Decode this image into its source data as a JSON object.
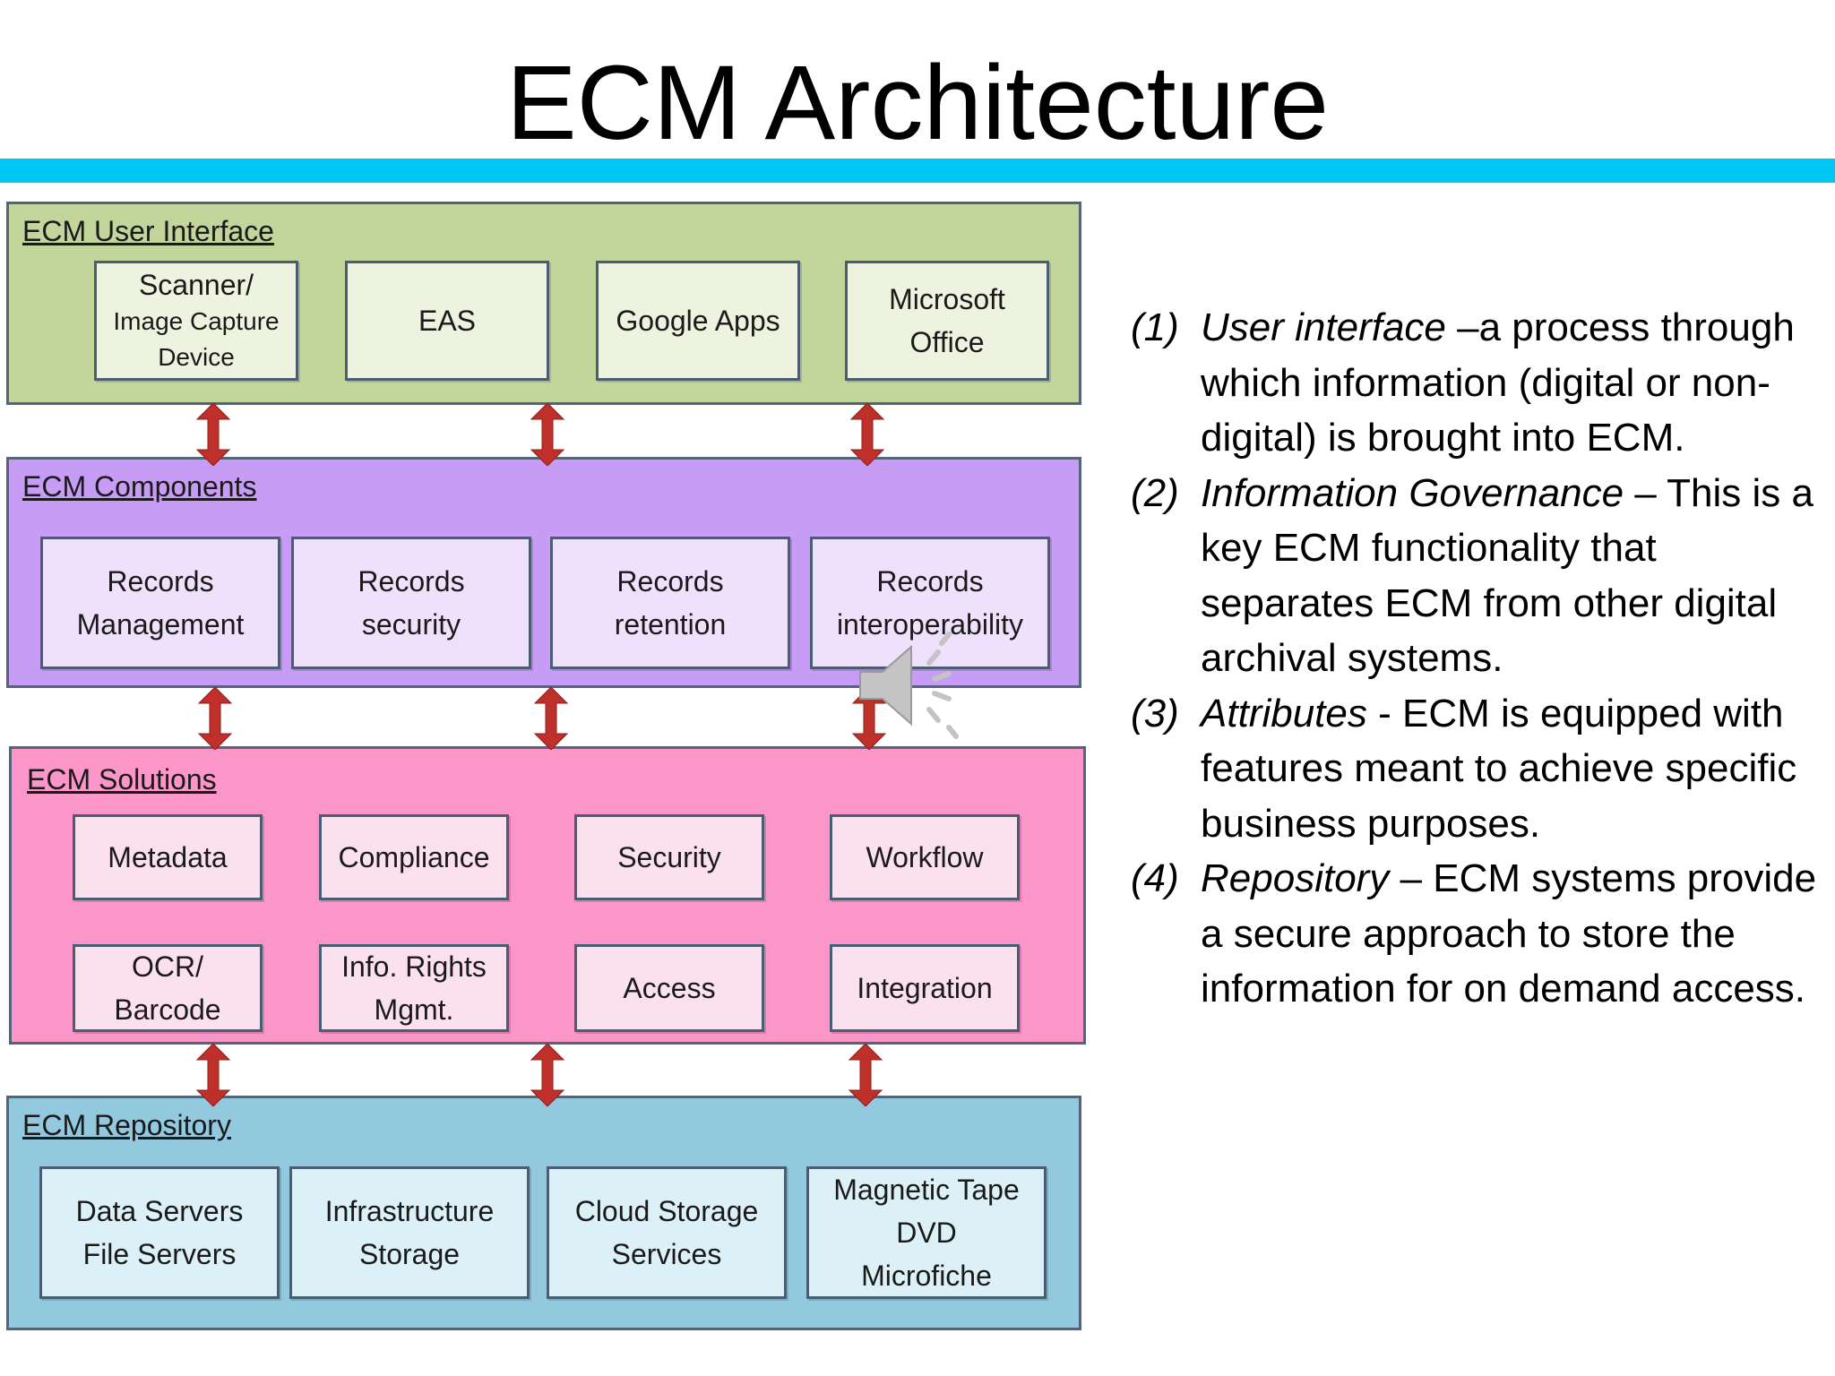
{
  "title": "ECM Architecture",
  "colors": {
    "accent_rule": "#00c8f5",
    "ui_panel": "#c2d59a",
    "components_panel": "#c79cf5",
    "solutions_panel": "#fc96c8",
    "repository_panel": "#92c9de",
    "arrow": "#c0302b"
  },
  "diagram": {
    "user_interface": {
      "label": "ECM User Interface",
      "boxes": [
        {
          "line1": "Scanner/",
          "line2": "Image Capture\nDevice"
        },
        {
          "text": "EAS"
        },
        {
          "text": "Google Apps"
        },
        {
          "text": "Microsoft\nOffice"
        }
      ]
    },
    "components": {
      "label": "ECM Components",
      "boxes": [
        "Records\nManagement",
        "Records\nsecurity",
        "Records\nretention",
        "Records\ninteroperability"
      ]
    },
    "solutions": {
      "label": "ECM Solutions",
      "boxes": [
        "Metadata",
        "Compliance",
        "Security",
        "Workflow",
        "OCR/\nBarcode",
        "Info. Rights\nMgmt.",
        "Access",
        "Integration"
      ]
    },
    "repository": {
      "label": "ECM Repository",
      "boxes": [
        "Data Servers\nFile Servers",
        "Infrastructure\nStorage",
        "Cloud Storage\nServices",
        "Magnetic Tape\nDVD\nMicrofiche"
      ]
    },
    "arrow_icon": "double-headed-vertical-arrow"
  },
  "speaker_icon": "speaker-audio-icon",
  "notes": [
    {
      "num": "(1)",
      "term": "User interface",
      "text": " –a process through which information (digital or non-digital) is brought into ECM."
    },
    {
      "num": "(2)",
      "term": "Information Governance",
      "text": " – This is a key ECM functionality that separates ECM from other digital archival systems."
    },
    {
      "num": "(3)",
      "term": "Attributes",
      "text": " - ECM is equipped with features meant to achieve specific business purposes."
    },
    {
      "num": "(4)",
      "term": "Repository",
      "text": " – ECM systems provide a secure approach to store the information for on demand access."
    }
  ]
}
